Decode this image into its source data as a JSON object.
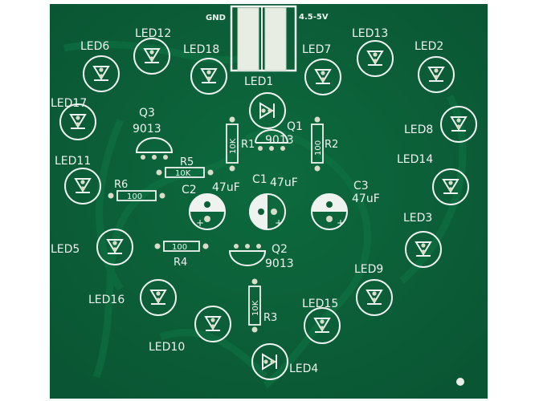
{
  "board": {
    "colors": {
      "pcb": "#0b5e37",
      "pcb_dark": "#094f2e",
      "silkscreen": "#eef3ef",
      "copper_pad": "#d9dcc8"
    },
    "power": {
      "gnd": "GND",
      "voltage": "4.5-5V"
    },
    "leds": [
      "LED1",
      "LED2",
      "LED3",
      "LED4",
      "LED5",
      "LED6",
      "LED7",
      "LED8",
      "LED9",
      "LED10",
      "LED11",
      "LED12",
      "LED13",
      "LED14",
      "LED15",
      "LED16",
      "LED17",
      "LED18"
    ],
    "transistors": [
      {
        "ref": "Q1",
        "part": "9013"
      },
      {
        "ref": "Q2",
        "part": "9013"
      },
      {
        "ref": "Q3",
        "part": "9013"
      }
    ],
    "resistors": [
      {
        "ref": "R1",
        "value": "10K"
      },
      {
        "ref": "R2",
        "value": "100"
      },
      {
        "ref": "R3",
        "value": "10K"
      },
      {
        "ref": "R4",
        "value": "100"
      },
      {
        "ref": "R5",
        "value": "10K"
      },
      {
        "ref": "R6",
        "value": "100"
      }
    ],
    "capacitors": [
      {
        "ref": "C1",
        "value": "47uF"
      },
      {
        "ref": "C2",
        "value": "47uF"
      },
      {
        "ref": "C3",
        "value": "47uF"
      }
    ],
    "polarity_plus": "+"
  }
}
